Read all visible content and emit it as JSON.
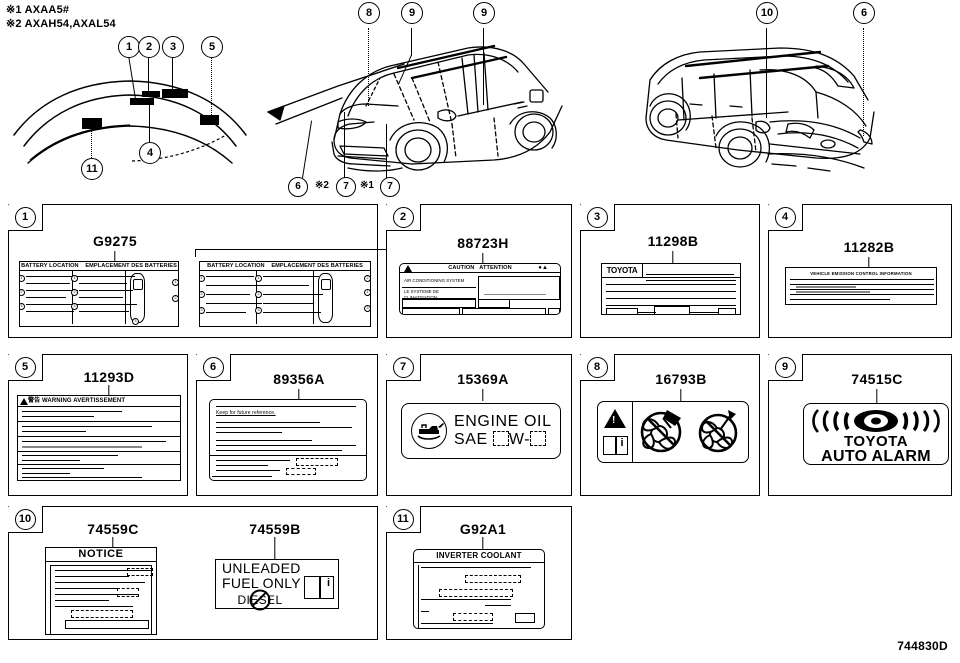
{
  "notes": [
    {
      "mark": "※1",
      "text": "AXAA5#"
    },
    {
      "mark": "※2",
      "text": "AXAH54,AXAL54"
    }
  ],
  "diagrams": {
    "hood": {
      "name": "engine-compartment-hood-view",
      "callouts": [
        "1",
        "2",
        "3",
        "5",
        "4",
        "11"
      ]
    },
    "front": {
      "name": "vehicle-front-three-quarter-view",
      "callouts_top": [
        "8",
        "9",
        "9"
      ],
      "callouts_bottom": [
        "6",
        "7",
        "7"
      ],
      "marks": [
        "※2",
        "※1"
      ]
    },
    "rear": {
      "name": "vehicle-rear-three-quarter-view",
      "callouts": [
        "10",
        "6"
      ]
    }
  },
  "panels": [
    {
      "num": "1",
      "parts": [
        {
          "code": "G9275"
        }
      ],
      "sticker_text": {
        "header_en": "BATTERY LOCATION",
        "header_fr": "EMPLACEMENT DES BATTERIES"
      }
    },
    {
      "num": "2",
      "parts": [
        {
          "code": "88723H"
        }
      ],
      "sticker_text": {
        "header_en": "CAUTION",
        "header_fr": "ATTENTION",
        "line_en": "AIR CONDITIONING SYSTEM",
        "line_fr": "LE SYSTEME DE CLIMATISATION"
      }
    },
    {
      "num": "3",
      "parts": [
        {
          "code": "11298B"
        }
      ],
      "sticker_text": {
        "brand": "TOYOTA"
      }
    },
    {
      "num": "4",
      "parts": [
        {
          "code": "11282B"
        }
      ],
      "sticker_text": {
        "header": "VEHICLE EMISSION CONTROL INFORMATION"
      }
    },
    {
      "num": "5",
      "parts": [
        {
          "code": "11293D"
        }
      ],
      "sticker_text": {
        "header_jp": "警告",
        "header_en": "WARNING",
        "header_fr": "AVERTISSEMENT"
      }
    },
    {
      "num": "6",
      "parts": [
        {
          "code": "89356A"
        }
      ],
      "sticker_text": {
        "line_en": "Keep for future reference."
      }
    },
    {
      "num": "7",
      "parts": [
        {
          "code": "15369A"
        }
      ],
      "sticker_text": {
        "line1": "ENGINE  OIL",
        "line2_prefix": "SAE",
        "line2_sep": "W-"
      }
    },
    {
      "num": "8",
      "parts": [
        {
          "code": "16793B"
        }
      ],
      "sticker_text": {
        "symbols": "warning-triangle, manual-book, no-hand-fan, no-tool-fan"
      }
    },
    {
      "num": "9",
      "parts": [
        {
          "code": "74515C"
        }
      ],
      "sticker_text": {
        "line1": "TOYOTA",
        "line2": "AUTO ALARM"
      }
    },
    {
      "num": "10",
      "parts": [
        {
          "code": "74559C"
        },
        {
          "code": "74559B"
        }
      ],
      "sticker_text": {
        "notice": "NOTICE",
        "fuel1": "UNLEADED",
        "fuel2": "FUEL ONLY",
        "fuel3": "DIESEL"
      }
    },
    {
      "num": "11",
      "parts": [
        {
          "code": "G92A1"
        }
      ],
      "sticker_text": {
        "header": "INVERTER  COOLANT"
      }
    }
  ],
  "footer": {
    "drawing_number": "744830D"
  }
}
